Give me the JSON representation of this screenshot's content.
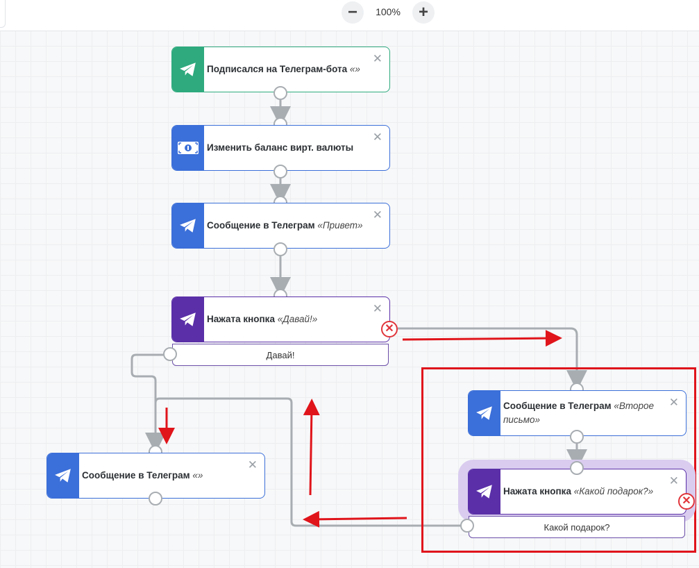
{
  "toolbar": {
    "zoom_out": "−",
    "zoom_level": "100%",
    "zoom_in": "+"
  },
  "colors": {
    "green": "#2eaa7e",
    "blue": "#3b6fd9",
    "purple": "#5a2fa8",
    "annotation_red": "#e0141b",
    "wire": "#a8adb2"
  },
  "nodes": {
    "n1": {
      "title": "Подписался на Телеграм-бота",
      "param": "«»",
      "icon": "telegram-icon"
    },
    "n2": {
      "title": "Изменить баланс вирт. валюты",
      "param": "",
      "icon": "money-icon"
    },
    "n3": {
      "title": "Сообщение в Телеграм",
      "param": "«Привет»",
      "icon": "telegram-icon"
    },
    "n4": {
      "title": "Нажата кнопка",
      "param": "«Давай!»",
      "icon": "telegram-icon",
      "button": "Давай!"
    },
    "n5": {
      "title": "Сообщение в Телеграм",
      "param": "«»",
      "icon": "telegram-icon"
    },
    "n6": {
      "title": "Сообщение в Телеграм",
      "param": "«Второе письмо»",
      "icon": "telegram-icon"
    },
    "n7": {
      "title": "Нажата кнопка",
      "param": "«Какой подарок?»",
      "icon": "telegram-icon",
      "button": "Какой подарок?"
    }
  },
  "close_glyph": "✕",
  "fail_glyph": "✕"
}
